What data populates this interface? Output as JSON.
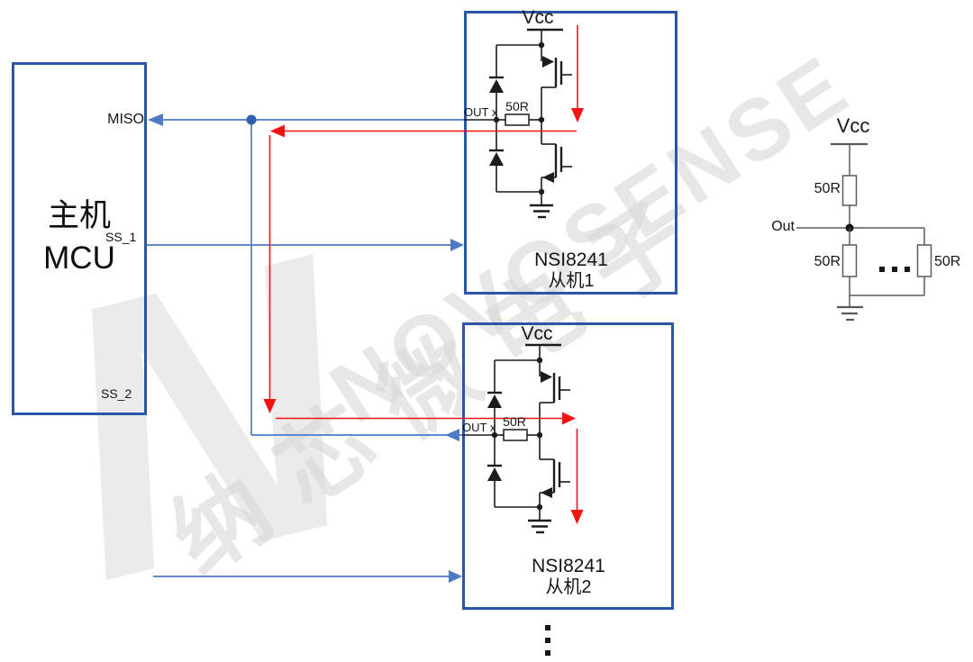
{
  "watermark": {
    "logo_letter": "N",
    "brand": "NOVOSENSE",
    "brand_cn": "纳芯微电子"
  },
  "mcu": {
    "title_cn": "主机",
    "title_en": "MCU",
    "pin_miso": "MISO",
    "pin_ss1": "SS_1",
    "pin_ss2": "SS_2"
  },
  "slave1": {
    "part": "NSI8241",
    "role": "从机1",
    "vcc_label": "Vcc",
    "out_label": "OUT x",
    "resistor_label": "50R"
  },
  "slave2": {
    "part": "NSI8241",
    "role": "从机2",
    "vcc_label": "Vcc",
    "out_label": "OUT x",
    "resistor_label": "50R"
  },
  "termination": {
    "vcc_label": "Vcc",
    "out_label": "Out",
    "resistor_top_label": "50R",
    "resistor_left_label": "50R",
    "resistor_right_label": "50R",
    "ellipsis_horizontal": "···"
  },
  "more_slaves_indicator": "⋮",
  "colors": {
    "box_border": "#2a56a3",
    "wire_blue": "#4e7ac8",
    "junction_dot": "#2f5fa8",
    "wire_red": "#f51111",
    "circuit_black": "#1c1c1c",
    "termination_gray": "#5a5a5a",
    "watermark_gray": "#ebebeb",
    "watermark_text": "#d9d9d9"
  }
}
